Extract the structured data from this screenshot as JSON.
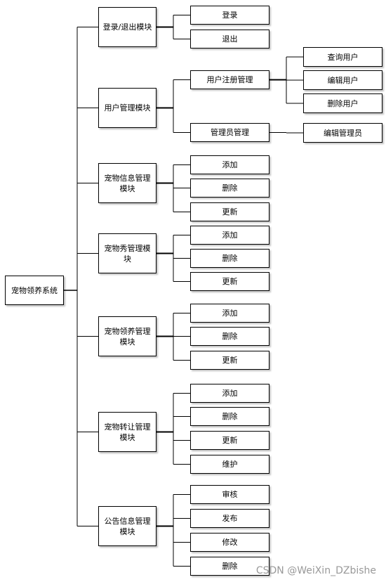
{
  "root": "宠物领养系统",
  "modules": [
    {
      "label": "登录/退出模块",
      "children": [
        {
          "label": "登录"
        },
        {
          "label": "退出"
        }
      ]
    },
    {
      "label": "用户管理模块",
      "children": [
        {
          "label": "用户注册管理",
          "children": [
            {
              "label": "查询用户"
            },
            {
              "label": "编辑用户"
            },
            {
              "label": "删除用户"
            }
          ]
        },
        {
          "label": "管理员管理",
          "children": [
            {
              "label": "编辑管理员"
            }
          ]
        }
      ]
    },
    {
      "label": "宠物信息管理模块",
      "children": [
        {
          "label": "添加"
        },
        {
          "label": "删除"
        },
        {
          "label": "更新"
        }
      ]
    },
    {
      "label": "宠物秀管理模块",
      "children": [
        {
          "label": "添加"
        },
        {
          "label": "删除"
        },
        {
          "label": "更新"
        }
      ]
    },
    {
      "label": "宠物领养管理模块",
      "children": [
        {
          "label": "添加"
        },
        {
          "label": "删除"
        },
        {
          "label": "更新"
        }
      ]
    },
    {
      "label": "宠物转让管理模块",
      "children": [
        {
          "label": "添加"
        },
        {
          "label": "删除"
        },
        {
          "label": "更新"
        },
        {
          "label": "维护"
        }
      ]
    },
    {
      "label": "公告信息管理模块",
      "children": [
        {
          "label": "审核"
        },
        {
          "label": "发布"
        },
        {
          "label": "修改"
        },
        {
          "label": "删除"
        }
      ]
    }
  ],
  "watermark": "CSDN @WeiXin_DZbishe"
}
